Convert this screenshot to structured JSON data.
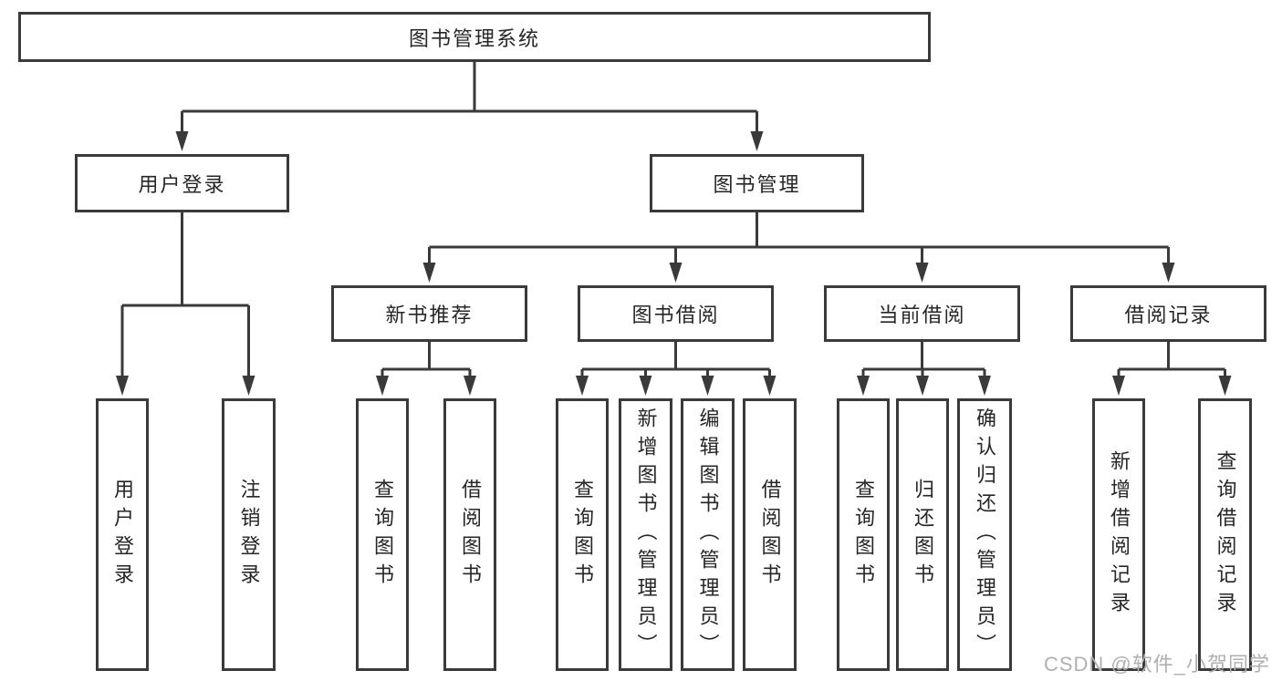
{
  "diagram": {
    "root": {
      "label": "图书管理系统"
    },
    "level2": [
      {
        "id": "user-login",
        "label": "用户登录",
        "children": [
          {
            "label": "用户登录"
          },
          {
            "label": "注销登录"
          }
        ]
      },
      {
        "id": "book-management",
        "label": "图书管理",
        "children": [
          {
            "id": "new-book-recommendation",
            "label": "新书推荐",
            "children": [
              {
                "label": "查询图书"
              },
              {
                "label": "借阅图书"
              }
            ]
          },
          {
            "id": "book-borrowing",
            "label": "图书借阅",
            "children": [
              {
                "label": "查询图书"
              },
              {
                "label": "新增图书（管理员）"
              },
              {
                "label": "编辑图书（管理员）"
              },
              {
                "label": "借阅图书"
              }
            ]
          },
          {
            "id": "current-borrowing",
            "label": "当前借阅",
            "children": [
              {
                "label": "查询图书"
              },
              {
                "label": "归还图书"
              },
              {
                "label": "确认归还（管理员）"
              }
            ]
          },
          {
            "id": "borrowing-records",
            "label": "借阅记录",
            "children": [
              {
                "label": "新增借阅记录"
              },
              {
                "label": "查询借阅记录"
              }
            ]
          }
        ]
      }
    ],
    "watermark": "CSDN @软件_小贺同学",
    "colors": {
      "line": "#3a3a3a",
      "border": "#3a3a3a",
      "text": "#262626",
      "watermark": "#b0b0b0",
      "background": "#ffffff"
    }
  }
}
